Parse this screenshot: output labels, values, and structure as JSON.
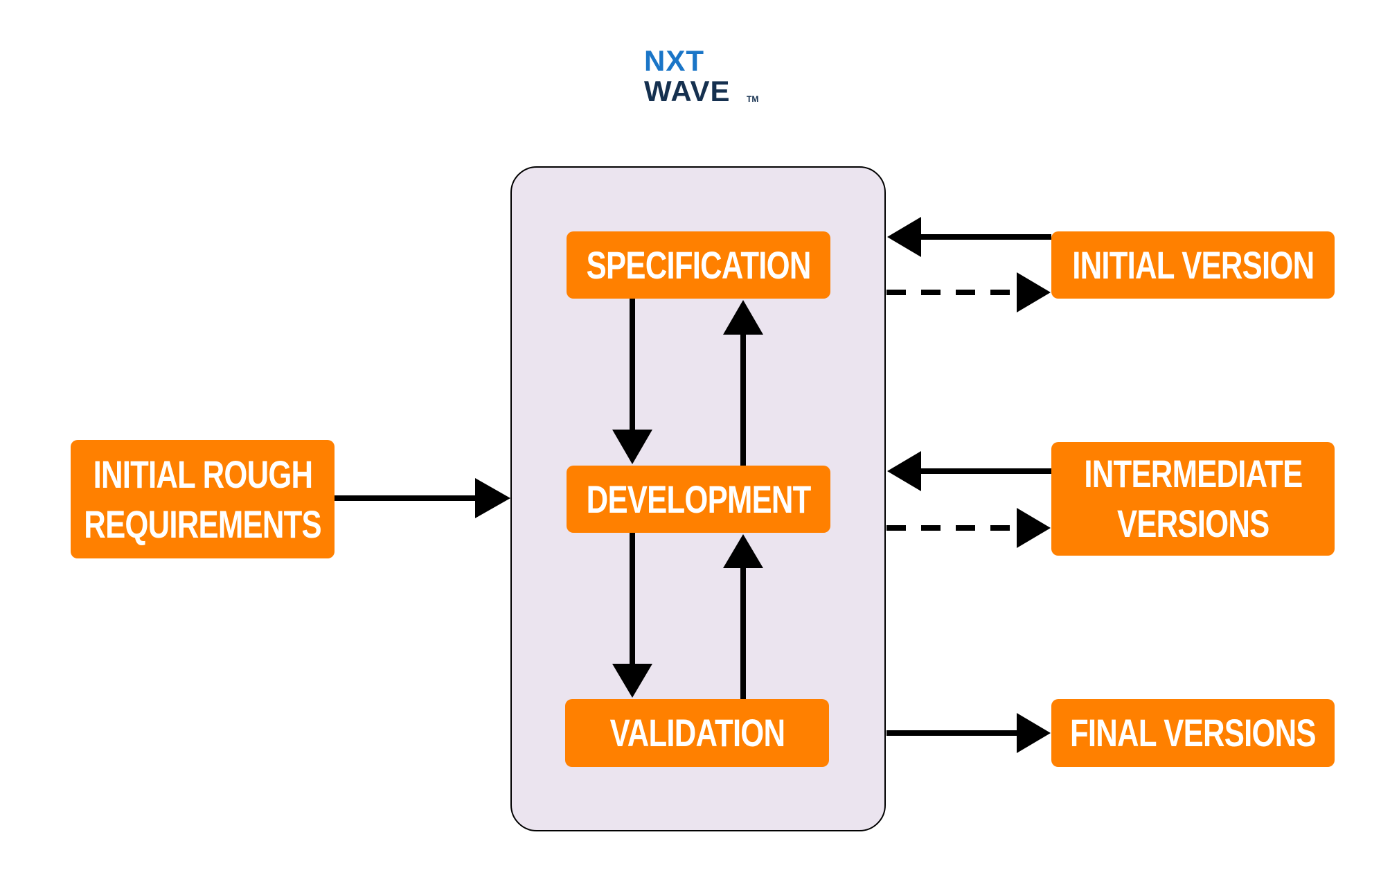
{
  "logo": {
    "line1": "NXT",
    "line2": "WAVE",
    "trademark": "TM"
  },
  "colors": {
    "box": "#ff8000",
    "container": "#ebe4ef",
    "arrow": "#000000",
    "logo_blue": "#1a75c7",
    "logo_navy": "#15304f"
  },
  "nodes": {
    "input": "INITIAL ROUGH REQUIREMENTS",
    "input_line1": "INITIAL ROUGH",
    "input_line2": "REQUIREMENTS",
    "specification": "SPECIFICATION",
    "development": "DEVELOPMENT",
    "validation": "VALIDATION",
    "initial_version": "INITIAL VERSION",
    "intermediate_line1": "INTERMEDIATE",
    "intermediate_line2": "VERSIONS",
    "final_versions": "FINAL VERSIONS"
  },
  "edges": [
    {
      "from": "input",
      "to": "activities",
      "style": "solid"
    },
    {
      "from": "specification",
      "to": "development",
      "style": "solid"
    },
    {
      "from": "development",
      "to": "specification",
      "style": "solid"
    },
    {
      "from": "development",
      "to": "validation",
      "style": "solid"
    },
    {
      "from": "validation",
      "to": "development",
      "style": "solid"
    },
    {
      "from": "initial_version",
      "to": "activities",
      "style": "solid"
    },
    {
      "from": "activities",
      "to": "initial_version",
      "style": "dashed"
    },
    {
      "from": "intermediate_versions",
      "to": "activities",
      "style": "solid"
    },
    {
      "from": "activities",
      "to": "intermediate_versions",
      "style": "dashed"
    },
    {
      "from": "activities",
      "to": "final_versions",
      "style": "solid"
    }
  ]
}
